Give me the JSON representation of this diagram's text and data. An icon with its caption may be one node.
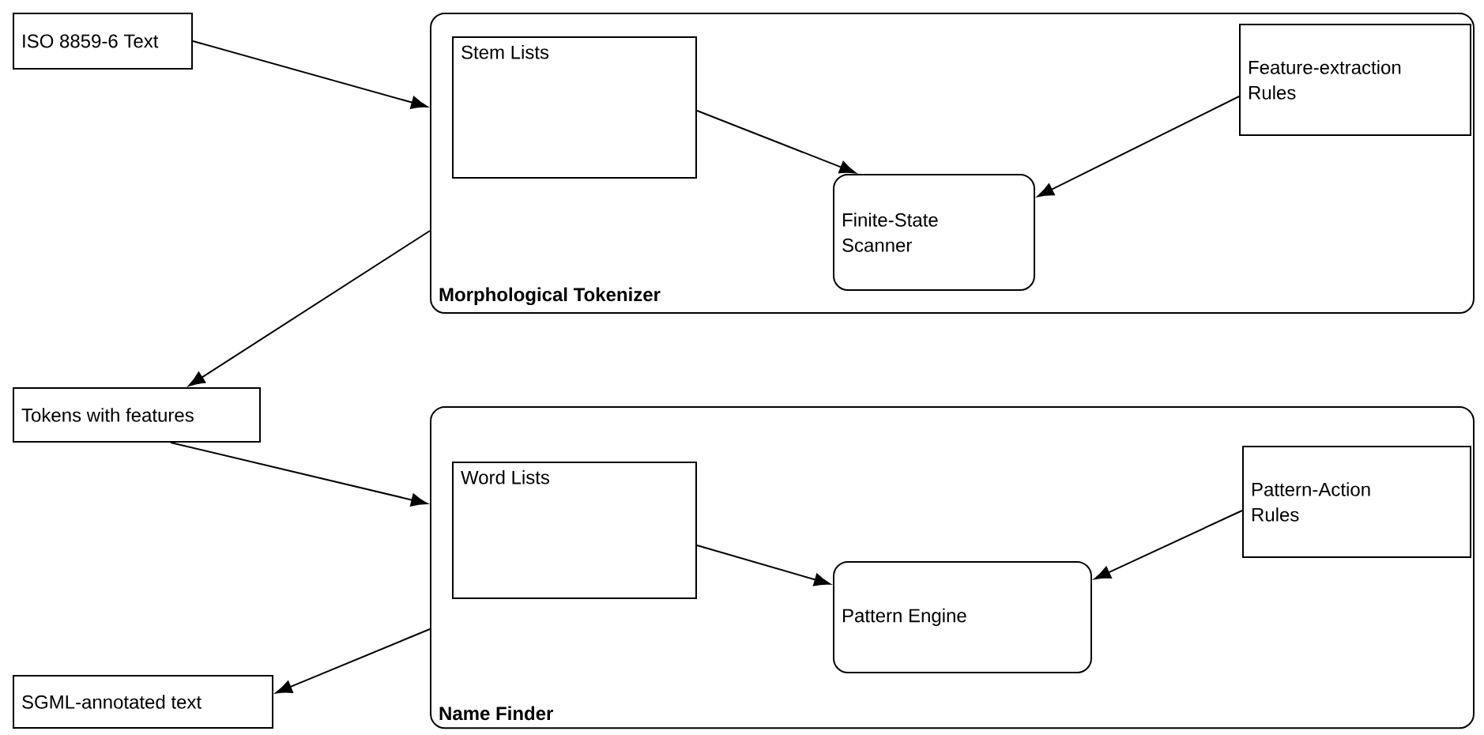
{
  "diagram": {
    "nodes": [
      {
        "text": [
          "ISO 8859-6 Text"
        ]
      },
      {
        "text": [
          "Morphological Tokenizer"
        ]
      },
      {
        "text": [
          "Stem Lists"
        ],
        "in": 1
      },
      {
        "text": [
          "Finite-State Scanner"
        ],
        "in": 1
      },
      {
        "text": [
          "Feature-extraction Rules"
        ],
        "in": 1
      },
      {
        "text": [
          "Tokens with features"
        ]
      },
      {
        "text": [
          "Name Finder"
        ]
      },
      {
        "text": [
          "Word Lists"
        ],
        "in": 6
      },
      {
        "text": [
          "Pattern Engine"
        ],
        "in": 6
      },
      {
        "text": [
          "Pattern-Action Rules"
        ],
        "in": 6
      },
      {
        "text": [
          "SGML-annotated text"
        ]
      }
    ],
    "edges": [
      {
        "from": 0,
        "to": 1,
        "arrow": "to"
      },
      {
        "from": 2,
        "to": 3,
        "arrow": "to"
      },
      {
        "from": 4,
        "to": 3,
        "arrow": "to"
      },
      {
        "from": 1,
        "to": 5,
        "arrow": "to"
      },
      {
        "from": 5,
        "to": 6,
        "arrow": "to"
      },
      {
        "from": 7,
        "to": 8,
        "arrow": "to"
      },
      {
        "from": 9,
        "to": 8,
        "arrow": "to"
      },
      {
        "from": 6,
        "to": 10,
        "arrow": "to"
      }
    ]
  }
}
